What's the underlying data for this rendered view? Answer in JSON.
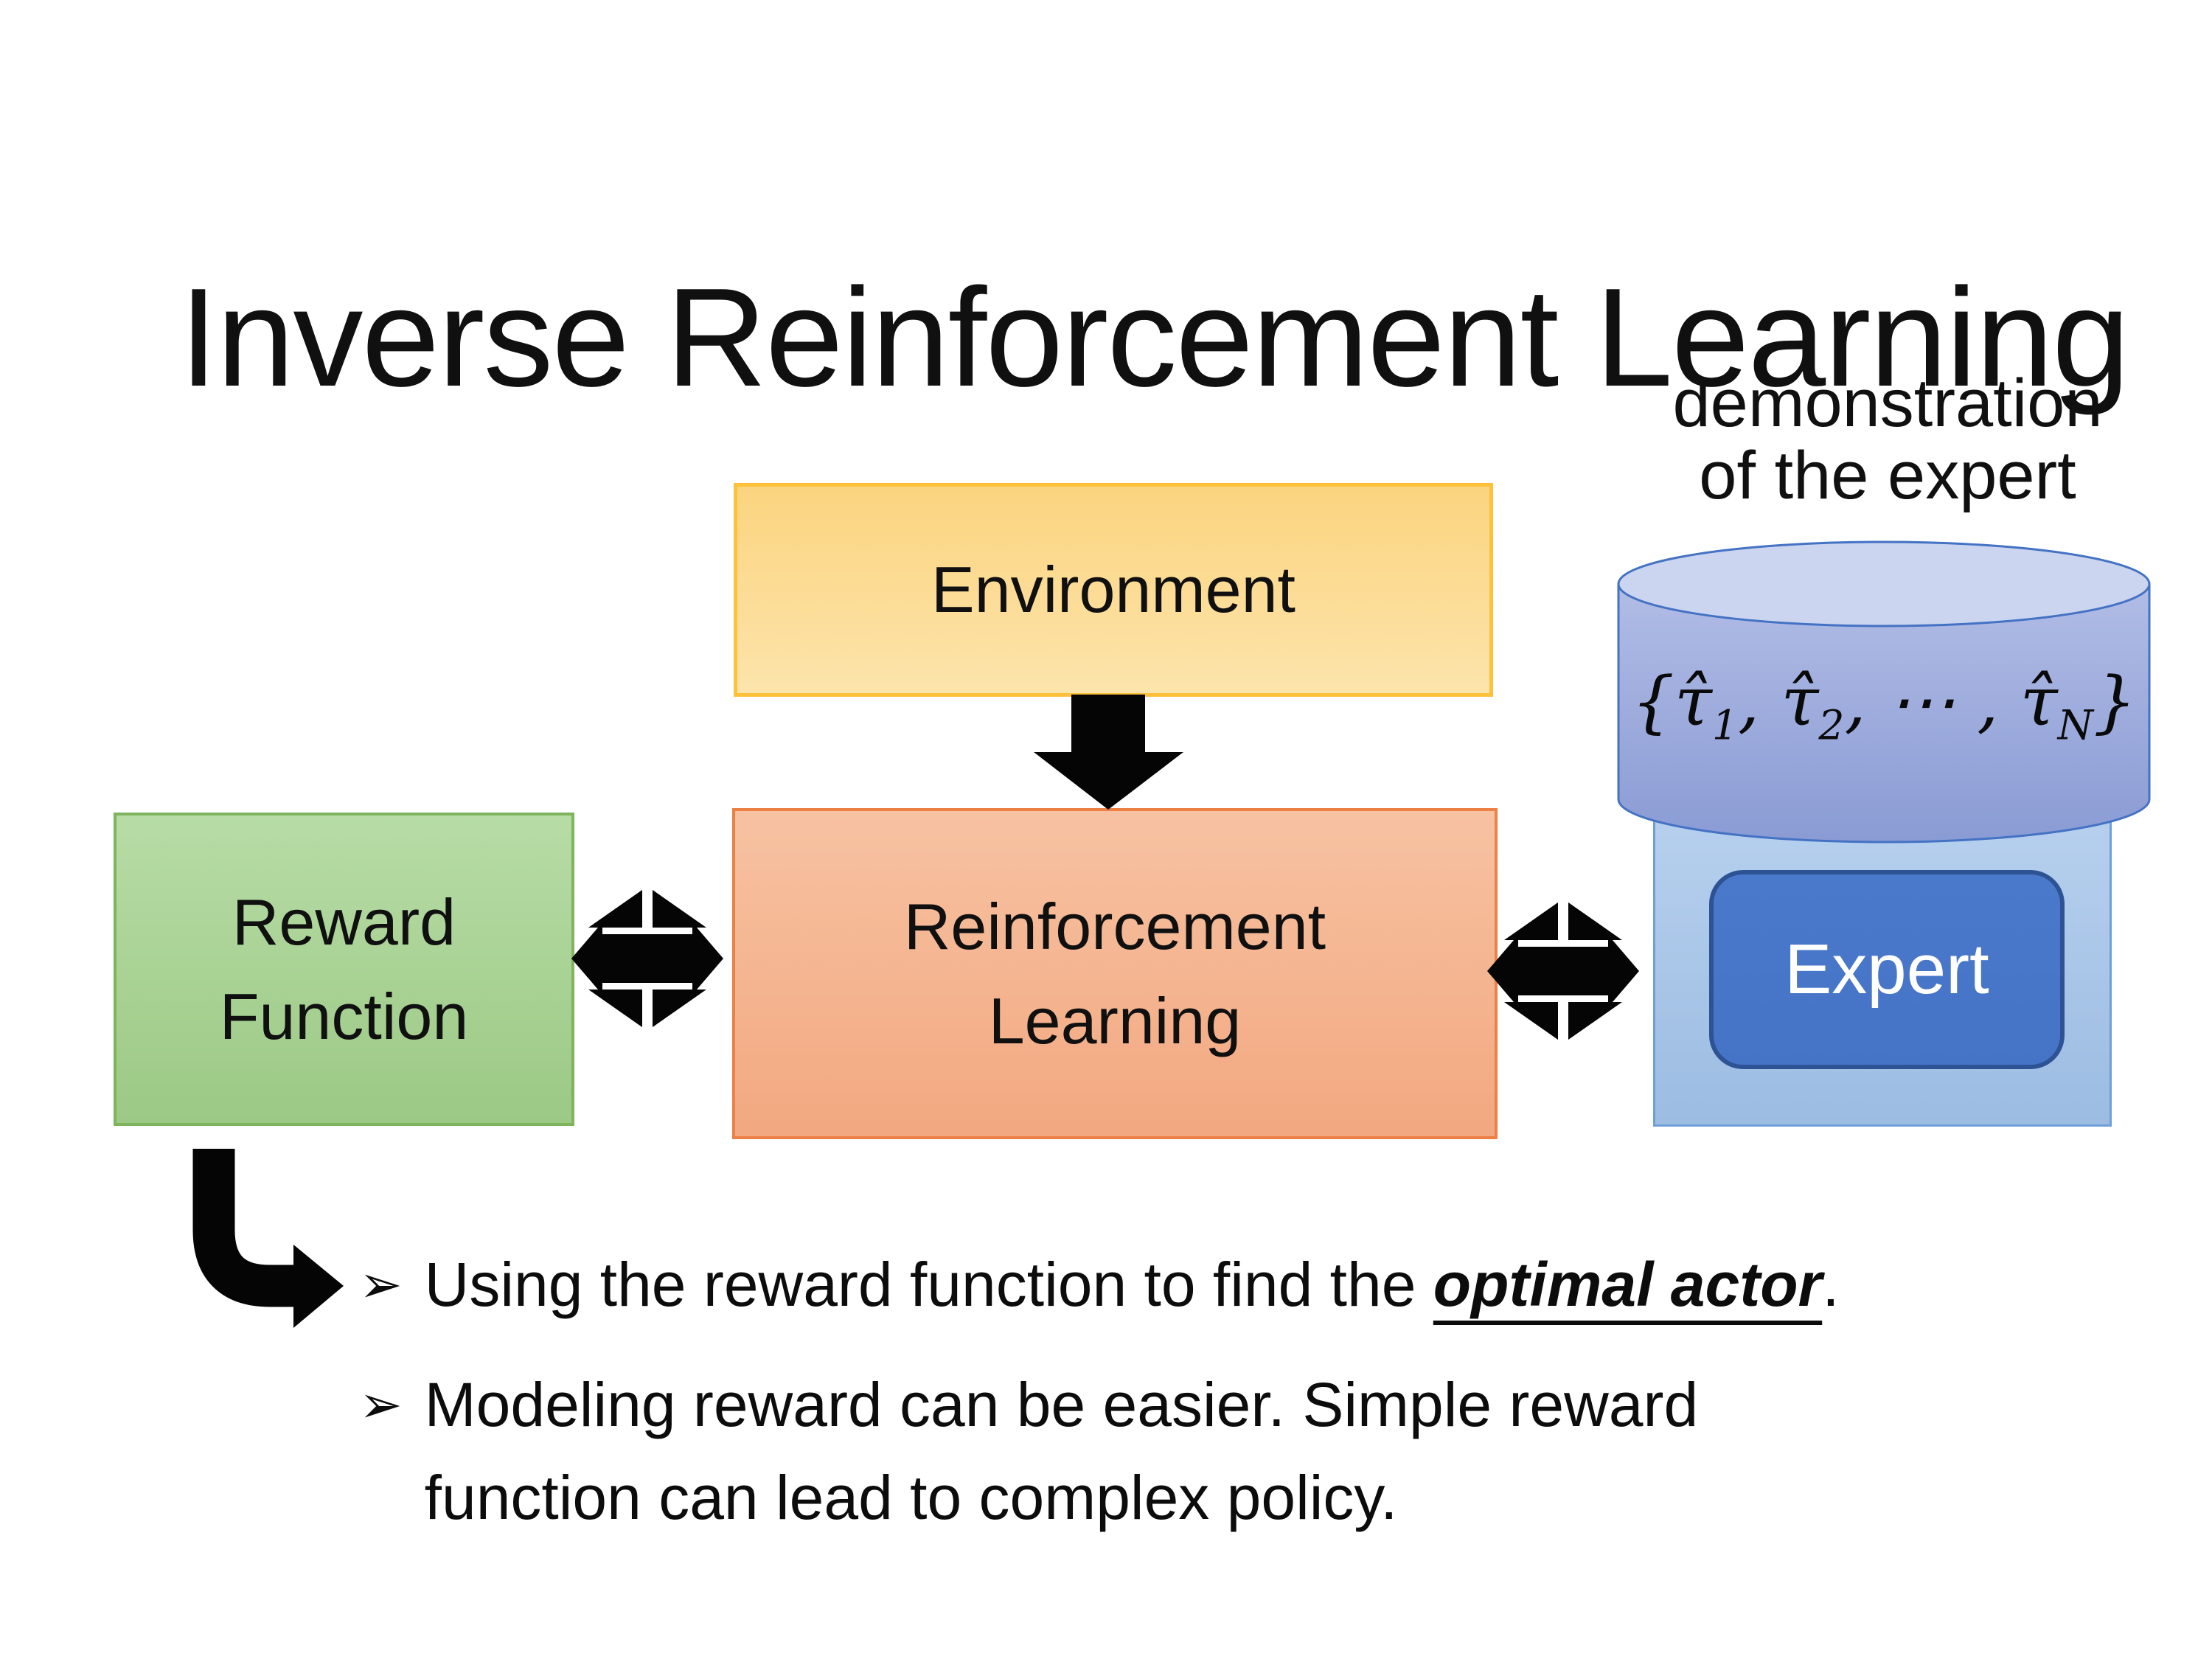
{
  "slide": {
    "title": "Inverse Reinforcement Learning",
    "background": "#ffffff"
  },
  "diagram": {
    "environment": {
      "label": "Environment"
    },
    "reward_function": {
      "lines": [
        "Reward",
        "Function"
      ]
    },
    "reinforcement_learning": {
      "lines": [
        "Reinforcement",
        "Learning"
      ]
    },
    "expert": {
      "label": "Expert"
    },
    "demonstration": {
      "lines": [
        "demonstration",
        "of the expert"
      ]
    },
    "dataset": {
      "parts": [
        {
          "t": "{τ̂"
        },
        {
          "t": "1",
          "sub": true
        },
        {
          "t": ", τ̂"
        },
        {
          "t": "2",
          "sub": true
        },
        {
          "t": ", ⋯ , τ̂"
        },
        {
          "t": "N",
          "sub": true
        },
        {
          "t": "}"
        }
      ]
    }
  },
  "bullets": {
    "marker": "➢",
    "items": [
      {
        "pre": "Using the reward function to find the ",
        "emphasis": "optimal actor",
        "post": "."
      },
      {
        "lines": [
          "Modeling reward can be easier. Simple reward",
          "function can lead to complex policy."
        ]
      }
    ]
  },
  "colors": {
    "env_fill_top": "#fbd47f",
    "env_fill_bottom": "#fce4ab",
    "env_border": "#ffc13a",
    "reward_fill_top": "#b7dca6",
    "reward_fill_bottom": "#9cc985",
    "reward_border": "#7db45d",
    "rl_fill_top": "#f7c2a2",
    "rl_fill_bottom": "#f2a880",
    "rl_border": "#ed8044",
    "expert_panel_top": "#b7d0ee",
    "expert_panel_bottom": "#9cbce2",
    "expert_panel_border": "#6f9fd8",
    "expert_fill": "#4573c6",
    "expert_border": "#2e5395",
    "expert_text": "#ffffff",
    "cyl_body_top": "#b2bde6",
    "cyl_body_bottom": "#8a9bd4",
    "cyl_top_fill": "#ccd5ef",
    "cyl_border": "#4472c4",
    "arrow": "#050505"
  }
}
